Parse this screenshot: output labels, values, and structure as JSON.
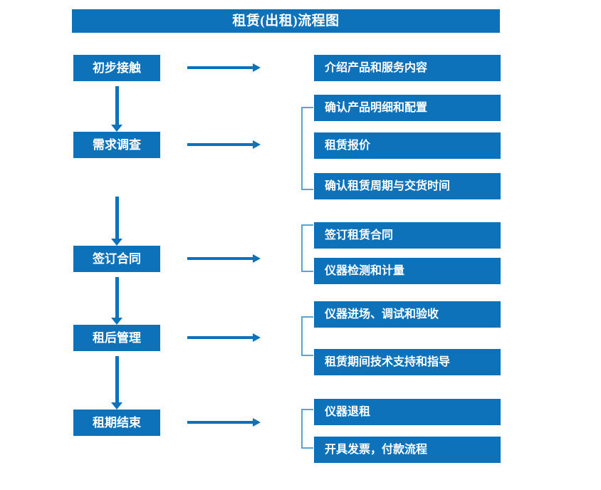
{
  "chart_title": "租赁(出租)流程图",
  "colors": {
    "node_blue": "#0d72b9",
    "bracket_blue": "#5ba3d0",
    "node_text": "#ffffff",
    "background": "#ffffff"
  },
  "stages": [
    {
      "id": "stage-1",
      "label": "初步接触"
    },
    {
      "id": "stage-2",
      "label": "需求调查"
    },
    {
      "id": "stage-3",
      "label": "签订合同"
    },
    {
      "id": "stage-4",
      "label": "租后管理"
    },
    {
      "id": "stage-5",
      "label": "租期结束"
    }
  ],
  "details": [
    {
      "id": "detail-1",
      "label": "介绍产品和服务内容"
    },
    {
      "id": "detail-2",
      "label": "确认产品明细和配置"
    },
    {
      "id": "detail-3",
      "label": "租赁报价"
    },
    {
      "id": "detail-4",
      "label": "确认租赁周期与交货时间"
    },
    {
      "id": "detail-5",
      "label": "签订租赁合同"
    },
    {
      "id": "detail-6",
      "label": "仪器检测和计量"
    },
    {
      "id": "detail-7",
      "label": "仪器进场、调试和验收"
    },
    {
      "id": "detail-8",
      "label": "租赁期间技术支持和指导"
    },
    {
      "id": "detail-9",
      "label": "仪器退租"
    },
    {
      "id": "detail-10",
      "label": "开具发票，付款流程"
    }
  ],
  "chart_data": {
    "type": "diagram",
    "title": "租赁(出租)流程图",
    "diagram_kind": "flowchart",
    "orientation": "top-to-bottom with right-hand detail branches",
    "nodes": [
      {
        "level": "stage",
        "label": "初步接触",
        "details": [
          "介绍产品和服务内容"
        ]
      },
      {
        "level": "stage",
        "label": "需求调查",
        "details": [
          "确认产品明细和配置",
          "租赁报价",
          "确认租赁周期与交货时间"
        ]
      },
      {
        "level": "stage",
        "label": "签订合同",
        "details": [
          "签订租赁合同",
          "仪器检测和计量"
        ]
      },
      {
        "level": "stage",
        "label": "租后管理",
        "details": [
          "仪器进场、调试和验收",
          "租赁期间技术支持和指导"
        ]
      },
      {
        "level": "stage",
        "label": "租期结束",
        "details": [
          "仪器退租",
          "开具发票，付款流程"
        ]
      }
    ],
    "edges": [
      {
        "from": "初步接触",
        "to": "需求调查",
        "kind": "vertical-arrow"
      },
      {
        "from": "需求调查",
        "to": "签订合同",
        "kind": "vertical-arrow"
      },
      {
        "from": "签订合同",
        "to": "租后管理",
        "kind": "vertical-arrow"
      },
      {
        "from": "租后管理",
        "to": "租期结束",
        "kind": "vertical-arrow"
      },
      {
        "from": "初步接触",
        "to": "介绍产品和服务内容",
        "kind": "horizontal-arrow"
      },
      {
        "from": "需求调查",
        "to": "需求调查明细组",
        "kind": "horizontal-arrow"
      },
      {
        "from": "签订合同",
        "to": "签订合同明细组",
        "kind": "horizontal-arrow"
      },
      {
        "from": "租后管理",
        "to": "租后管理明细组",
        "kind": "horizontal-arrow"
      },
      {
        "from": "租期结束",
        "to": "租期结束明细组",
        "kind": "horizontal-arrow"
      }
    ]
  }
}
